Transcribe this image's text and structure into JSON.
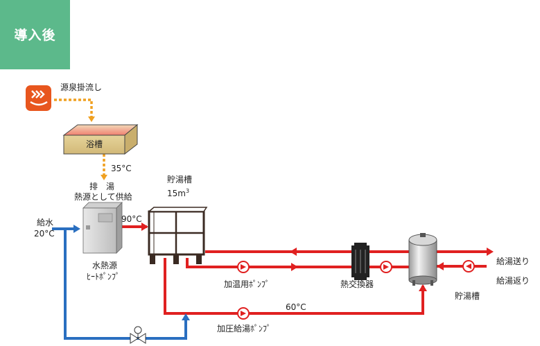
{
  "badge": "導入後",
  "labels": {
    "spring": "源泉掛流し",
    "bath": "浴槽",
    "temp_35": "35°C",
    "drain_line1": "排　湯",
    "drain_line2": "熱源として供給",
    "tank_title": "貯湯槽",
    "tank_capacity_prefix": "15m",
    "tank_capacity_sup": "3",
    "water_in_1": "給水",
    "water_in_2": "20°C",
    "temp_90": "90°C",
    "hp_1": "水熱源",
    "hp_2": "ﾋｰﾄﾎﾟﾝﾌﾟ",
    "heating_pump": "加温用ﾎﾟﾝﾌﾟ",
    "heat_exchanger": "熱交換器",
    "storage_tank": "貯湯槽",
    "supply_out": "給湯送り",
    "supply_return": "給湯返り",
    "temp_60": "60°C",
    "booster_pump": "加圧給湯ﾎﾟﾝﾌﾟ"
  },
  "colors": {
    "badge": "#5cb98b",
    "hot_pipe": "#e02020",
    "cold_pipe": "#2a6fc0",
    "drain": "#f0a020",
    "spring_icon": "#e8561e"
  }
}
